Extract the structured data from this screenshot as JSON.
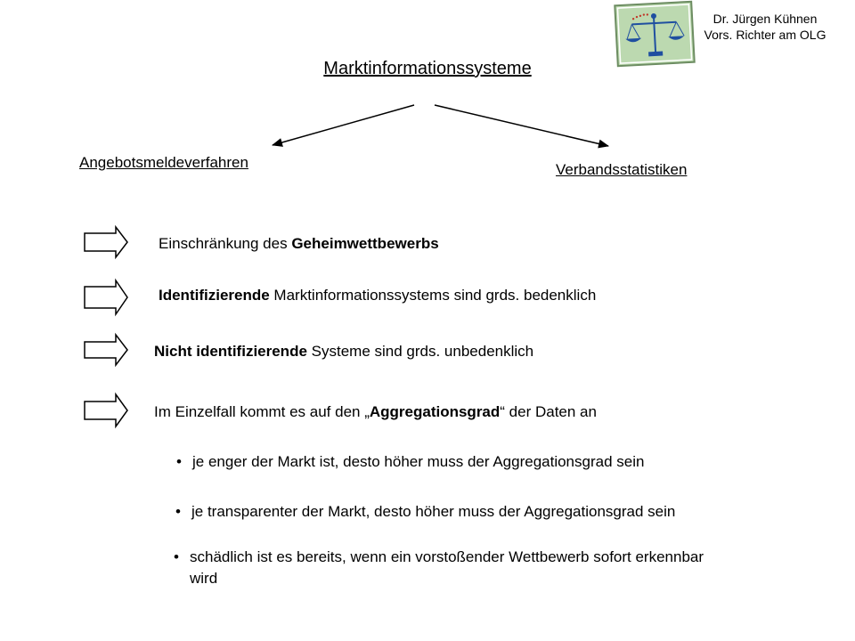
{
  "header": {
    "author_name": "Dr. Jürgen Kühnen",
    "author_role": "Vors. Richter am OLG",
    "logo_icon": "scales-of-justice-icon"
  },
  "title": "Marktinformationssysteme",
  "branches": {
    "left": "Angebotsmeldeverfahren",
    "right": "Verbandsstatistiken"
  },
  "points": [
    {
      "pre": "Einschränkung des ",
      "bold": "Geheimwettbewerbs",
      "post": ""
    },
    {
      "pre": "",
      "bold": "Identifizierende",
      "post": " Marktinformationssystems sind grds. bedenklich"
    },
    {
      "pre": "",
      "bold": "Nicht identifizierende",
      "post": " Systeme sind grds. unbedenklich"
    },
    {
      "pre": "Im Einzelfall kommt es auf den „",
      "bold": "Aggregationsgrad",
      "post": "“ der Daten an"
    }
  ],
  "bullets": [
    {
      "line1": "je enger der Markt ist, desto höher muss der Aggregationsgrad sein"
    },
    {
      "line1": "je transparenter der Markt, desto höher muss der Aggregationsgrad sein"
    },
    {
      "line1": "schädlich ist es bereits, wenn ein vorstoßender Wettbewerb sofort erkennbar",
      "line2": "wird"
    }
  ],
  "bullet_symbol": "•",
  "colors": {
    "logo_background": "#bcd9b0",
    "logo_border": "#6d8d62",
    "scales": "#1f4fa0",
    "stars": "#c0392b",
    "arrows": "#000000"
  }
}
